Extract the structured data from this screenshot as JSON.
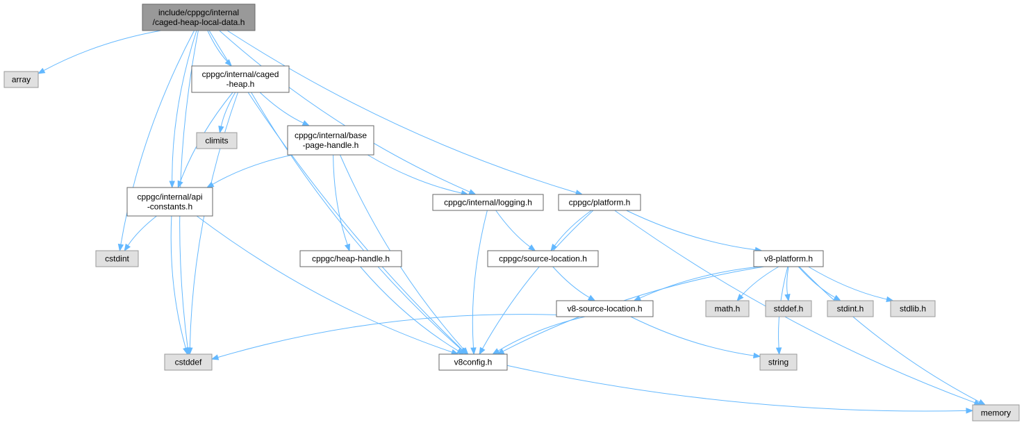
{
  "graph": {
    "colors": {
      "edge": "#63b8ff",
      "root_fill": "#999999",
      "header_fill": "#ffffff",
      "system_fill": "#e0e0e0",
      "header_border": "#666666",
      "system_border": "#999999"
    },
    "nodes": [
      {
        "id": "root",
        "kind": "root",
        "lines": [
          "include/cppgc/internal",
          "/caged-heap-local-data.h"
        ]
      },
      {
        "id": "array",
        "kind": "sys",
        "lines": [
          "array"
        ]
      },
      {
        "id": "caged_heap",
        "kind": "hdr",
        "lines": [
          "cppgc/internal/caged",
          "-heap.h"
        ]
      },
      {
        "id": "climits",
        "kind": "sys",
        "lines": [
          "climits"
        ]
      },
      {
        "id": "base_page",
        "kind": "hdr",
        "lines": [
          "cppgc/internal/base",
          "-page-handle.h"
        ]
      },
      {
        "id": "api_constants",
        "kind": "hdr",
        "lines": [
          "cppgc/internal/api",
          "-constants.h"
        ]
      },
      {
        "id": "logging",
        "kind": "hdr",
        "lines": [
          "cppgc/internal/logging.h"
        ]
      },
      {
        "id": "platform",
        "kind": "hdr",
        "lines": [
          "cppgc/platform.h"
        ]
      },
      {
        "id": "cstdint",
        "kind": "sys",
        "lines": [
          "cstdint"
        ]
      },
      {
        "id": "heap_handle",
        "kind": "hdr",
        "lines": [
          "cppgc/heap-handle.h"
        ]
      },
      {
        "id": "source_location",
        "kind": "hdr",
        "lines": [
          "cppgc/source-location.h"
        ]
      },
      {
        "id": "v8_platform",
        "kind": "hdr",
        "lines": [
          "v8-platform.h"
        ]
      },
      {
        "id": "v8_source_location",
        "kind": "hdr",
        "lines": [
          "v8-source-location.h"
        ]
      },
      {
        "id": "math",
        "kind": "sys",
        "lines": [
          "math.h"
        ]
      },
      {
        "id": "stddef_h",
        "kind": "sys",
        "lines": [
          "stddef.h"
        ]
      },
      {
        "id": "stdint_h",
        "kind": "sys",
        "lines": [
          "stdint.h"
        ]
      },
      {
        "id": "stdlib_h",
        "kind": "sys",
        "lines": [
          "stdlib.h"
        ]
      },
      {
        "id": "cstddef",
        "kind": "sys",
        "lines": [
          "cstddef"
        ]
      },
      {
        "id": "v8config",
        "kind": "hdr",
        "lines": [
          "v8config.h"
        ]
      },
      {
        "id": "string",
        "kind": "sys",
        "lines": [
          "string"
        ]
      },
      {
        "id": "memory",
        "kind": "sys",
        "lines": [
          "memory"
        ]
      }
    ],
    "edges": [
      [
        "root",
        "array"
      ],
      [
        "root",
        "caged_heap"
      ],
      [
        "root",
        "api_constants"
      ],
      [
        "root",
        "cstdint"
      ],
      [
        "root",
        "cstddef"
      ],
      [
        "root",
        "logging"
      ],
      [
        "root",
        "platform"
      ],
      [
        "root",
        "v8config"
      ],
      [
        "caged_heap",
        "climits"
      ],
      [
        "caged_heap",
        "base_page"
      ],
      [
        "caged_heap",
        "api_constants"
      ],
      [
        "caged_heap",
        "cstddef"
      ],
      [
        "caged_heap",
        "v8config"
      ],
      [
        "base_page",
        "api_constants"
      ],
      [
        "base_page",
        "logging"
      ],
      [
        "base_page",
        "heap_handle"
      ],
      [
        "base_page",
        "v8config"
      ],
      [
        "api_constants",
        "cstdint"
      ],
      [
        "api_constants",
        "cstddef"
      ],
      [
        "api_constants",
        "v8config"
      ],
      [
        "logging",
        "source_location"
      ],
      [
        "logging",
        "v8config"
      ],
      [
        "platform",
        "source_location"
      ],
      [
        "platform",
        "v8_platform"
      ],
      [
        "platform",
        "v8config"
      ],
      [
        "platform",
        "memory"
      ],
      [
        "heap_handle",
        "v8config"
      ],
      [
        "source_location",
        "v8_source_location"
      ],
      [
        "v8_platform",
        "v8_source_location"
      ],
      [
        "v8_platform",
        "math"
      ],
      [
        "v8_platform",
        "stddef_h"
      ],
      [
        "v8_platform",
        "stdint_h"
      ],
      [
        "v8_platform",
        "stdlib_h"
      ],
      [
        "v8_platform",
        "string"
      ],
      [
        "v8_platform",
        "memory"
      ],
      [
        "v8_platform",
        "v8config"
      ],
      [
        "v8_source_location",
        "cstddef"
      ],
      [
        "v8_source_location",
        "string"
      ],
      [
        "v8_source_location",
        "v8config"
      ],
      [
        "v8config",
        "memory"
      ]
    ]
  }
}
